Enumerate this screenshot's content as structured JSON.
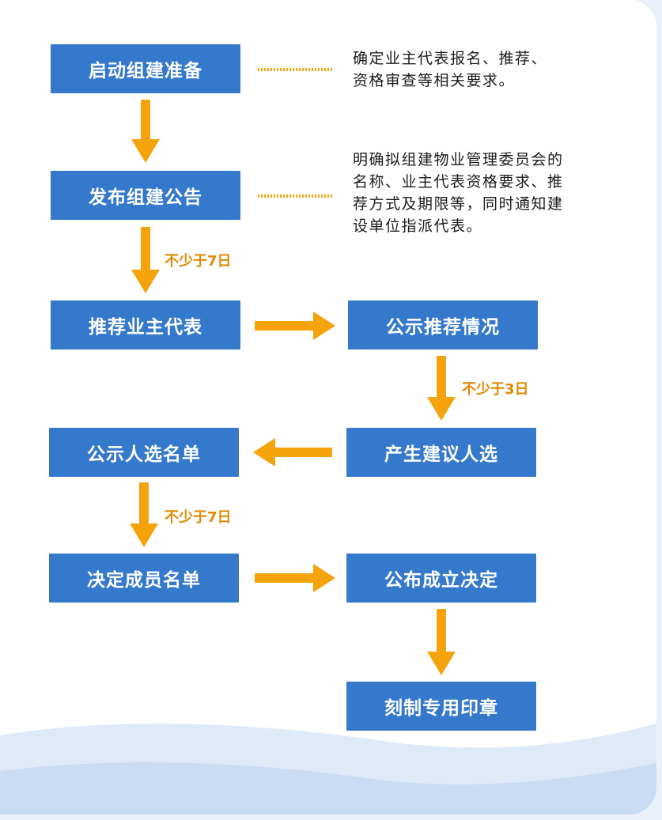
{
  "colors": {
    "box": "#3579cc",
    "arrow": "#f5a30a",
    "duration_text": "#e08a00",
    "wave_light": "#dfeaf9",
    "wave_mid": "#c9dcf4"
  },
  "steps": {
    "s1": "启动组建准备",
    "s2": "发布组建公告",
    "s3": "推荐业主代表",
    "s4": "公示推荐情况",
    "s5": "产生建议人选",
    "s6": "公示人选名单",
    "s7": "决定成员名单",
    "s8": "公布成立决定",
    "s9": "刻制专用印章"
  },
  "notes": {
    "n1": "确定业主代表报名、推荐、\n资格审查等相关要求。",
    "n2": "明确拟组建物业管理委员会的\n名称、业主代表资格要求、推\n荐方式及期限等，同时通知建\n设单位指派代表。"
  },
  "durations": {
    "d1": "不少于7日",
    "d2": "不少于3日",
    "d3": "不少于7日"
  }
}
